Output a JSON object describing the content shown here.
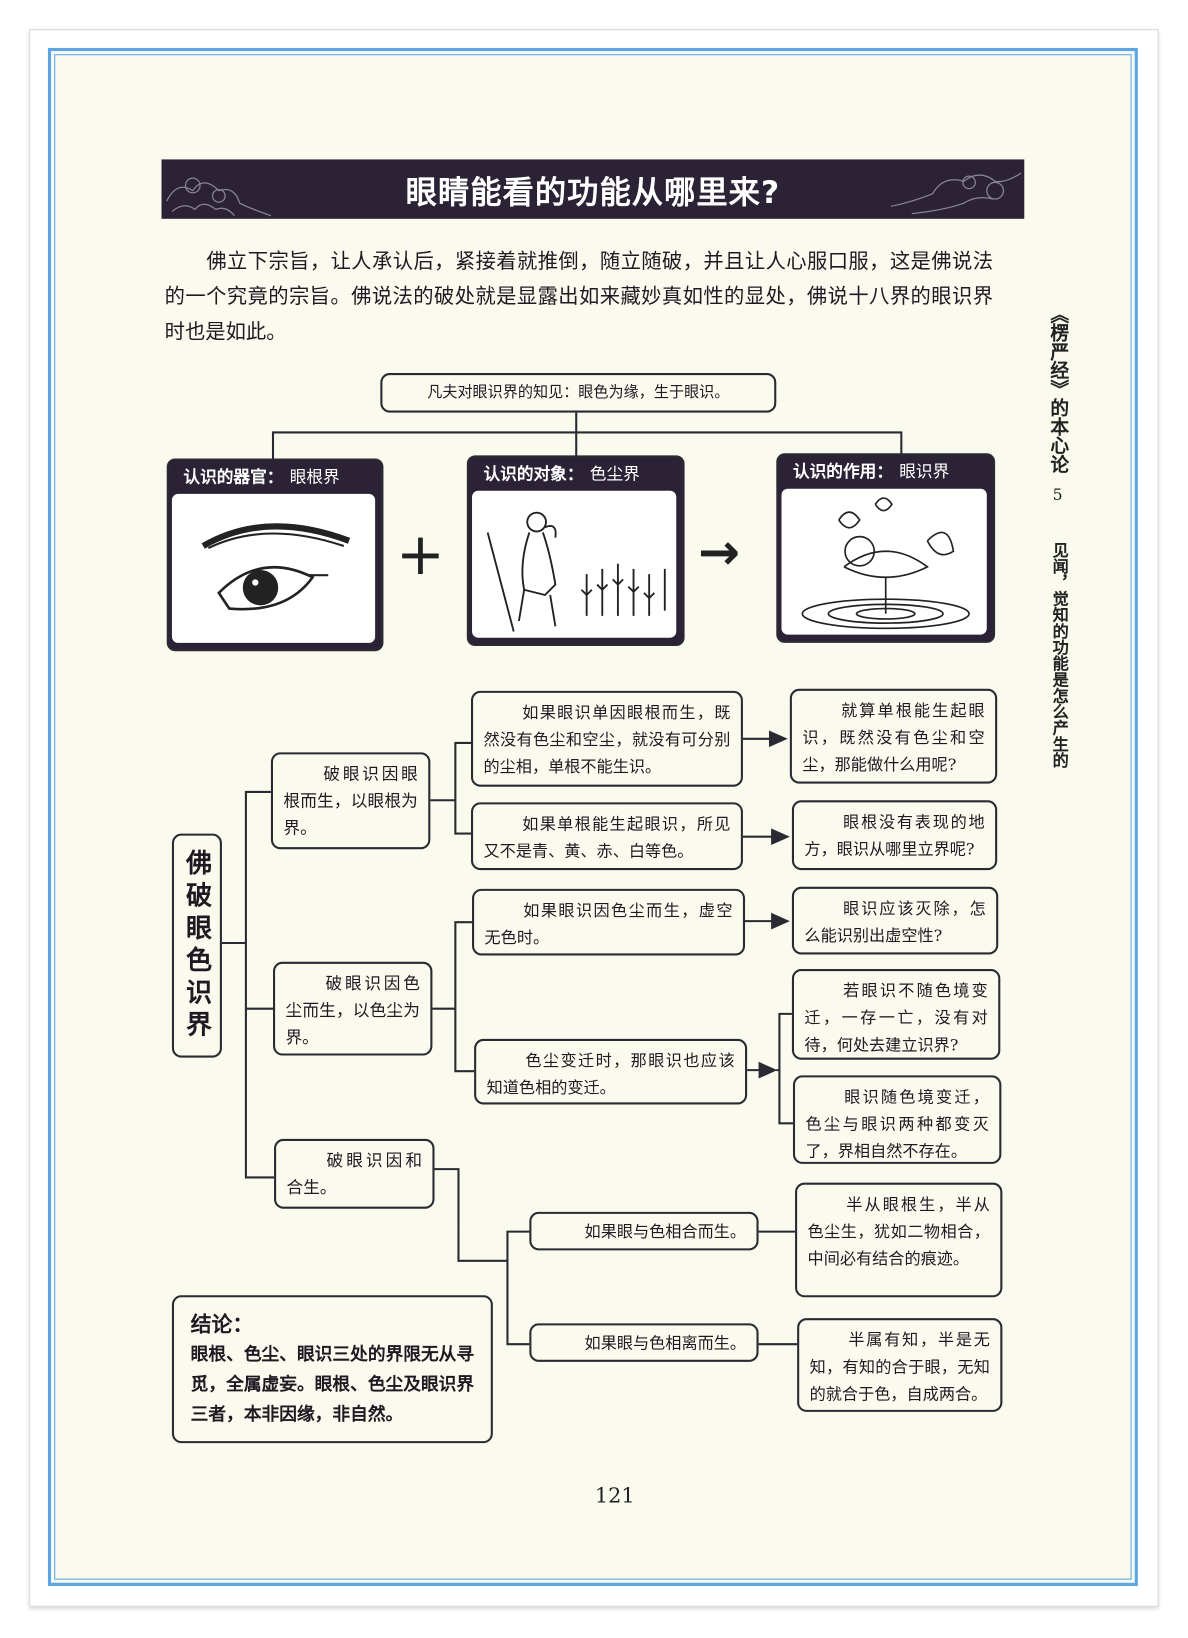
{
  "title": "眼睛能看的功能从哪里来?",
  "intro": "佛立下宗旨，让人承认后，紧接着就推倒，随立随破，并且让人心服口服，这是佛说法的一个究竟的宗旨。佛说法的破处就是显露出如来藏妙真如性的显处，佛说十八界的眼识界时也是如此。",
  "side_header": {
    "book": "《楞严经》的本心论",
    "chapter": "5",
    "section": "见闻，觉知的功能是怎么产生的"
  },
  "diagram_top": {
    "premise": "凡夫对眼识界的知见：眼色为缘，生于眼识。",
    "panels": [
      {
        "label": "认识的器官：",
        "value": "眼根界",
        "image": "eye-illustration"
      },
      {
        "label": "认识的对象：",
        "value": "色尘界",
        "image": "farmer-field-illustration"
      },
      {
        "label": "认识的作用：",
        "value": "眼识界",
        "image": "lotus-butterfly-illustration"
      }
    ],
    "plus": "+",
    "arrow": "→"
  },
  "tree": {
    "root": "佛破眼色识界",
    "branches": [
      {
        "label": "破眼识因眼根而生，以眼根为界。",
        "cases": [
          {
            "premise": "如果眼识单因眼根而生，既然没有色尘和空尘，就没有可分别的尘相，单根不能生识。",
            "results": [
              "就算单根能生起眼识，既然没有色尘和空尘，那能做什么用呢?"
            ]
          },
          {
            "premise": "如果单根能生起眼识，所见又不是青、黄、赤、白等色。",
            "results": [
              "眼根没有表现的地方，眼识从哪里立界呢?"
            ]
          }
        ]
      },
      {
        "label": "破眼识因色尘而生，以色尘为界。",
        "cases": [
          {
            "premise": "如果眼识因色尘而生，虚空无色时。",
            "results": [
              "眼识应该灭除，怎么能识别出虚空性?"
            ]
          },
          {
            "premise": "色尘变迁时，那眼识也应该知道色相的变迁。",
            "results": [
              "若眼识不随色境变迁，一存一亡，没有对待，何处去建立识界?",
              "眼识随色境变迁，色尘与眼识两种都变灭了，界相自然不存在。"
            ]
          }
        ]
      },
      {
        "label": "破眼识因和合生。",
        "cases": [
          {
            "premise": "如果眼与色相合而生。",
            "results": [
              "半从眼根生，半从色尘生，犹如二物相合，中间必有结合的痕迹。"
            ]
          },
          {
            "premise": "如果眼与色相离而生。",
            "results": [
              "半属有知，半是无知，有知的合于眼，无知的就合于色，自成两合。"
            ]
          }
        ]
      }
    ]
  },
  "conclusion": {
    "heading": "结论：",
    "text": "眼根、色尘、眼识三处的界限无从寻觅，全属虚妄。眼根、色尘及眼识界三者，本非因缘，非自然。"
  },
  "page_number": "121",
  "colors": {
    "banner": "#2b2335",
    "paper": "#fbfaee",
    "frame": "#5aa6e6"
  }
}
